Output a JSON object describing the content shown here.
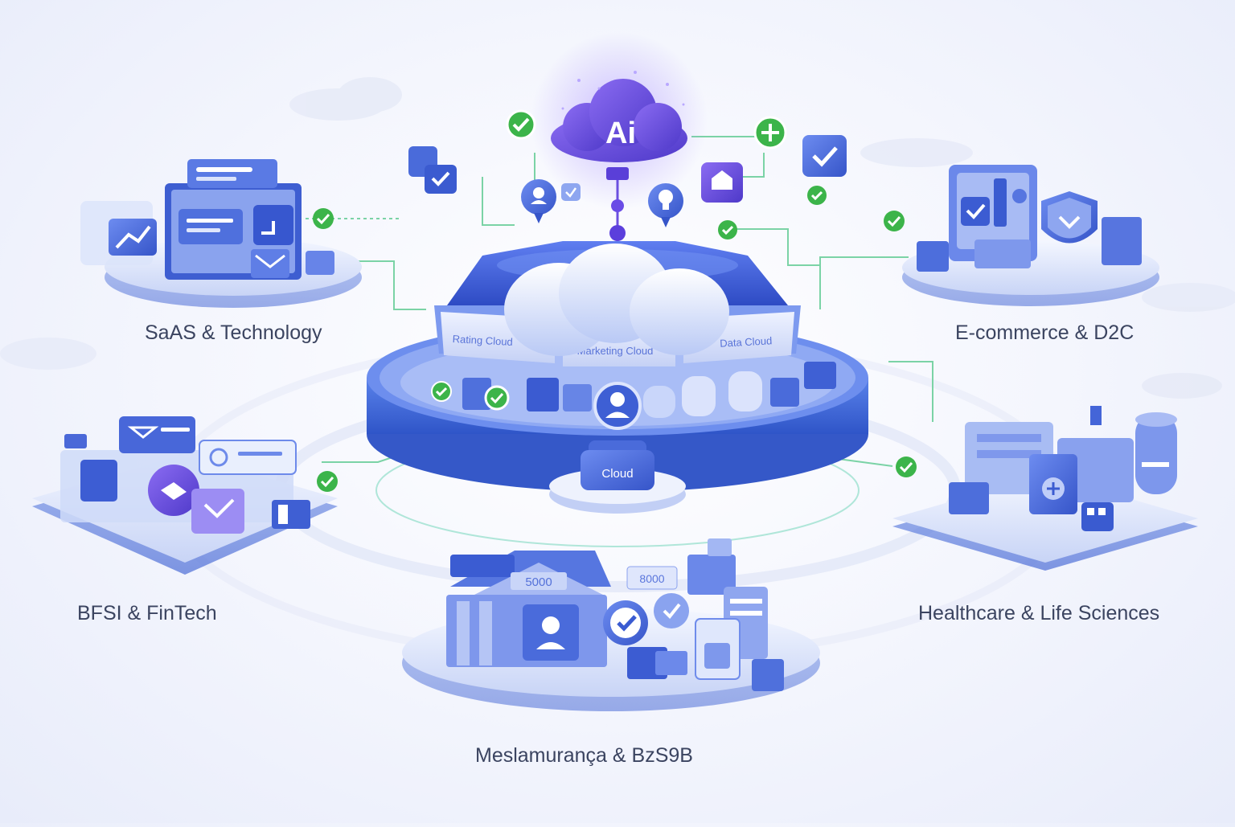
{
  "hub": {
    "ai_badge": "Ai",
    "segments": [
      "Rating Cloud",
      "Marketing Cloud",
      "Data Cloud"
    ],
    "base_label": "Cloud"
  },
  "industries": [
    {
      "id": "saas",
      "label": "SaAS & Technology"
    },
    {
      "id": "ecommerce",
      "label": "E-commerce & D2C"
    },
    {
      "id": "bfsi",
      "label": "BFSI & FinTech"
    },
    {
      "id": "healthcare",
      "label": "Healthcare & Life Sciences"
    },
    {
      "id": "bottom",
      "label": "Meslamurança & BzS9B"
    }
  ],
  "bank": {
    "sign_text": "5000",
    "board_text": "8000"
  },
  "colors": {
    "primary": "#3f63d8",
    "accent": "#6a4ce6",
    "check": "#3cb44a",
    "line": "#6fd0a3"
  }
}
